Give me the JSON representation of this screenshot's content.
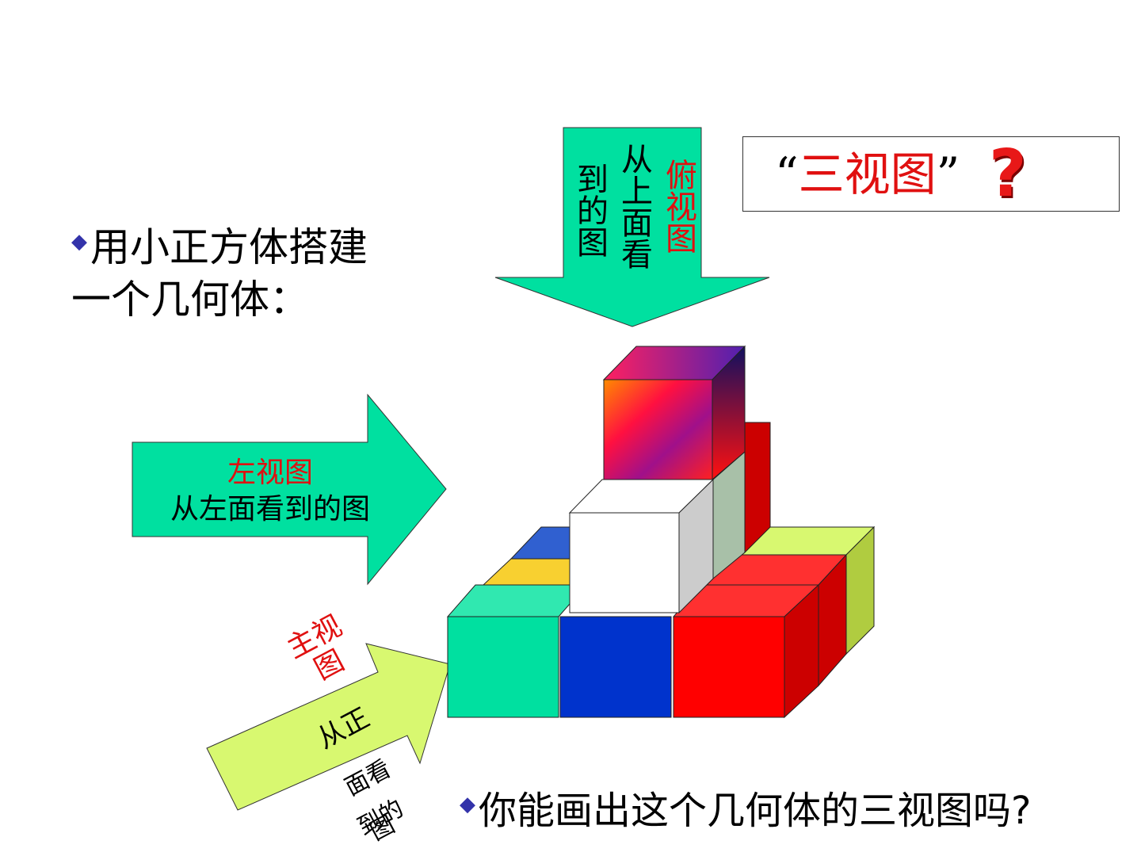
{
  "intro": {
    "line1": "用小正方体搭建",
    "line2": "一个几何体："
  },
  "title": {
    "open_quote": "“",
    "text": "三视图",
    "close_quote": "”",
    "question_mark": "?"
  },
  "top_view": {
    "label": "俯视图",
    "desc_col1": "从上面看",
    "desc_col2": "到的图"
  },
  "left_view": {
    "label": "左视图",
    "desc": "从左面看到的图"
  },
  "front_view": {
    "label_line1": "主视",
    "label_line2": "图",
    "desc_line1": "从正",
    "desc_line2": "面看",
    "desc_line3": "到的",
    "desc_line4": "图"
  },
  "question": {
    "text": "你能画出这个几何体的三视图吗?"
  },
  "colors": {
    "arrow_green": "#00e0a0",
    "arrow_lime": "#d8f870",
    "accent_red": "#e01010",
    "bullet": "#3333aa"
  }
}
